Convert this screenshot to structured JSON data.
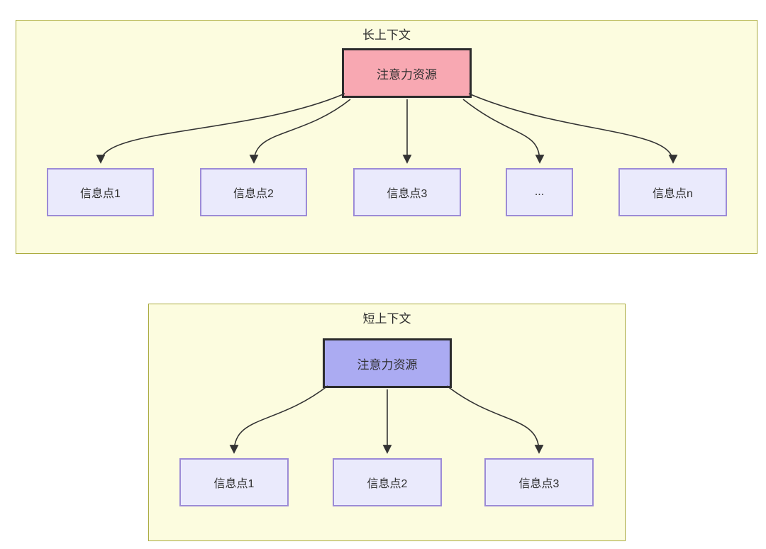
{
  "long_context": {
    "title": "长上下文",
    "attention_label": "注意力资源",
    "info_points": [
      "信息点1",
      "信息点2",
      "信息点3",
      "...",
      "信息点n"
    ]
  },
  "short_context": {
    "title": "短上下文",
    "attention_label": "注意力资源",
    "info_points": [
      "信息点1",
      "信息点2",
      "信息点3"
    ]
  },
  "colors": {
    "page_background": "#ffffff",
    "container_fill": "#fcfcdf",
    "container_border": "#aaaa3c",
    "attention_long_fill": "#f8a8b2",
    "attention_short_fill": "#ababf2",
    "attention_border": "#2b2b2b",
    "info_fill": "#eaeafc",
    "info_border": "#9c8bd6",
    "arrow": "#333333",
    "text": "#2e2e2e"
  }
}
